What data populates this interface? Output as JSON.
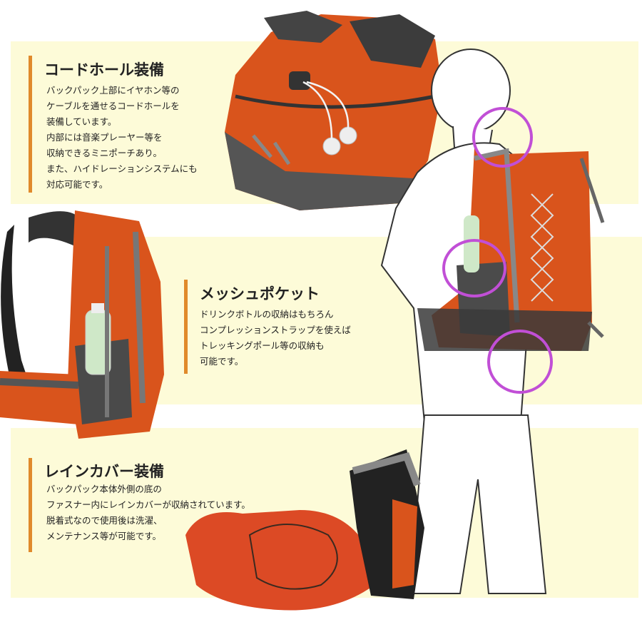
{
  "sections": [
    {
      "title": "コードホール装備",
      "body": "バックパック上部にイヤホン等の\nケーブルを通せるコードホールを\n装備しています。\n内部には音楽プレーヤー等を\n収納できるミニポーチあり。\nまた、ハイドレーションシステムにも\n対応可能です。"
    },
    {
      "title": "メッシュポケット",
      "body": "ドリンクボトルの収納はもちろん\nコンプレッションストラップを使えば\nトレッキングポール等の収納も\n可能です。"
    },
    {
      "title": "レインカバー装備",
      "body": "バックパック本体外側の底の\nファスナー内にレインカバーが収納されています。\n脱着式なので使用後は洗濯、\nメンテナンス等が可能です。"
    }
  ],
  "colors": {
    "panel": "#fdfbd8",
    "accent_bar": "#e08a2b",
    "highlight_ring": "#c14fd6",
    "backpack_orange": "#d9541c",
    "strap_gray": "#5a5a5a"
  }
}
